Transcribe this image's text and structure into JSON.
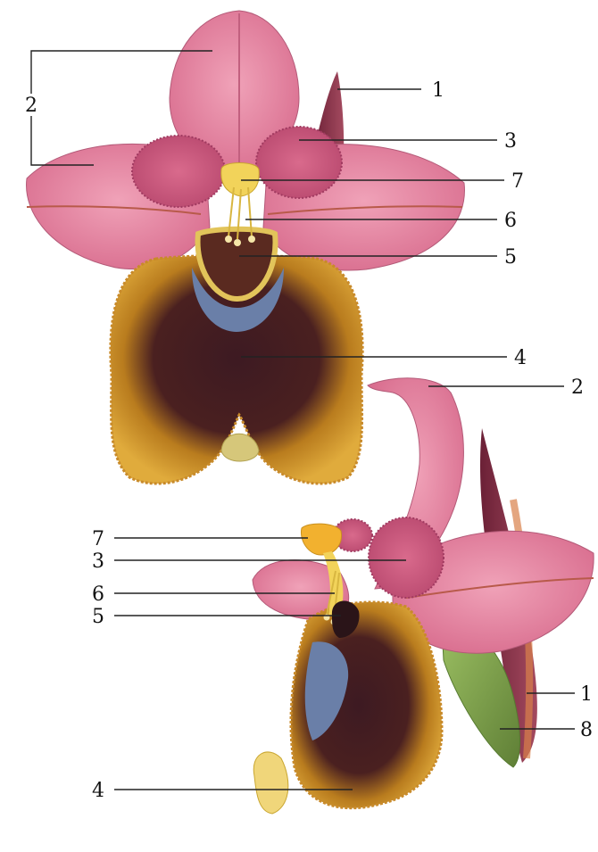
{
  "front_view": {
    "labels": [
      "2",
      "1",
      "3",
      "7",
      "6",
      "5",
      "4"
    ]
  },
  "side_view": {
    "labels": [
      "2",
      "7",
      "3",
      "6",
      "5",
      "1",
      "8",
      "4"
    ]
  },
  "colors": {
    "petal_pink": "#e07a98",
    "petal_pink_light": "#f0a2b8",
    "sepal_maroon": "#8a2f45",
    "lip_gold": "#d9a233",
    "lip_gold_dark": "#b97c1e",
    "lip_center": "#3d1a22",
    "speculum_blue": "#6a7fa8",
    "column_yellow": "#f2d35a",
    "bract_green": "#7fa04e"
  }
}
